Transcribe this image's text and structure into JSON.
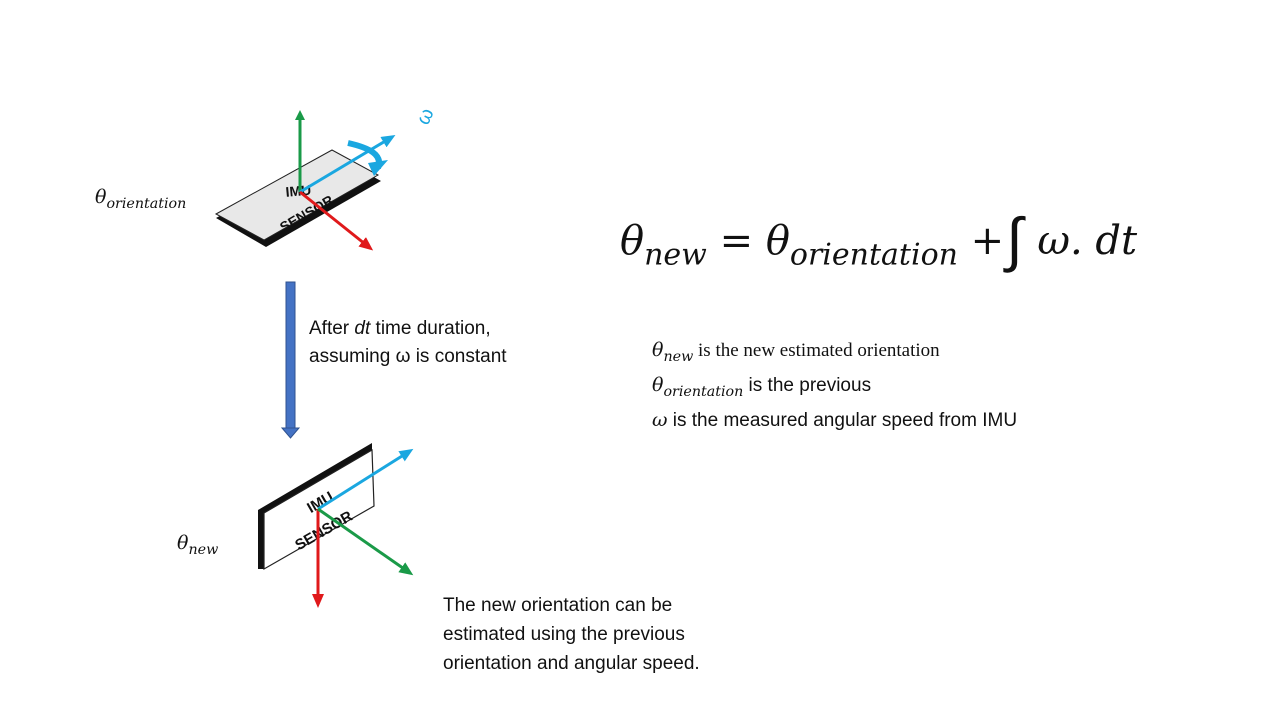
{
  "labels": {
    "theta_orientation_symbol": "θ",
    "theta_orientation_sub": "orientation",
    "theta_new_symbol": "θ",
    "theta_new_sub": "new",
    "omega_symbol": "ω",
    "sensor_line1": "IMU",
    "sensor_line2": "SENSOR"
  },
  "equation": {
    "lhs_symbol": "θ",
    "lhs_sub": "new",
    "equals": "=",
    "rhs_symbol": "θ",
    "rhs_sub": "orientation",
    "plus": "+",
    "integral": "∫",
    "integrand": "ω. dt"
  },
  "legend": {
    "line1_symbol": "θ",
    "line1_sub": "new",
    "line1_text": " is the new estimated orientation",
    "line2_symbol": "θ",
    "line2_sub": "orientation",
    "line2_text": " is the previous",
    "line3_symbol": "ω",
    "line3_text": " is the measured angular speed from IMU"
  },
  "step": {
    "part1": "After ",
    "part2": "dt",
    "part3": " time duration,",
    "line2": "assuming ω is constant"
  },
  "note": "The new orientation can be estimated using the previous orientation and angular speed.",
  "colors": {
    "green_axis": "#1a9a48",
    "blue_axis": "#1aa7e0",
    "red_axis": "#e0191b",
    "flow_arrow": "#4472c4",
    "omega_label": "#1aa7e0"
  }
}
